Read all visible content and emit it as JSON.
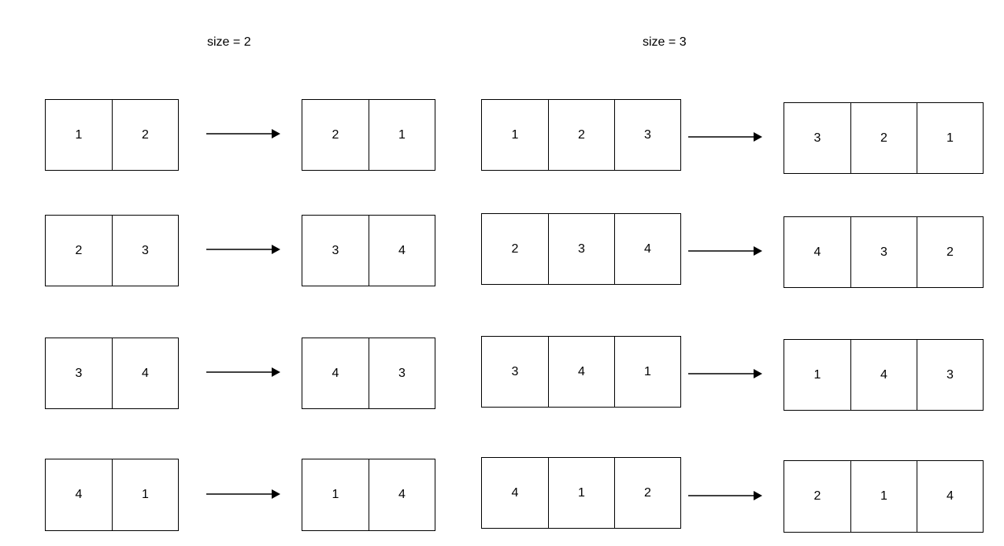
{
  "panels": [
    {
      "title": "size = 2",
      "rows": [
        {
          "input": [
            "1",
            "2"
          ],
          "output": [
            "2",
            "1"
          ]
        },
        {
          "input": [
            "2",
            "3"
          ],
          "output": [
            "3",
            "4"
          ]
        },
        {
          "input": [
            "3",
            "4"
          ],
          "output": [
            "4",
            "3"
          ]
        },
        {
          "input": [
            "4",
            "1"
          ],
          "output": [
            "1",
            "4"
          ]
        }
      ]
    },
    {
      "title": "size = 3",
      "rows": [
        {
          "input": [
            "1",
            "2",
            "3"
          ],
          "output": [
            "3",
            "2",
            "1"
          ]
        },
        {
          "input": [
            "2",
            "3",
            "4"
          ],
          "output": [
            "4",
            "3",
            "2"
          ]
        },
        {
          "input": [
            "3",
            "4",
            "1"
          ],
          "output": [
            "1",
            "4",
            "3"
          ]
        },
        {
          "input": [
            "4",
            "1",
            "2"
          ],
          "output": [
            "2",
            "1",
            "4"
          ]
        }
      ]
    }
  ]
}
